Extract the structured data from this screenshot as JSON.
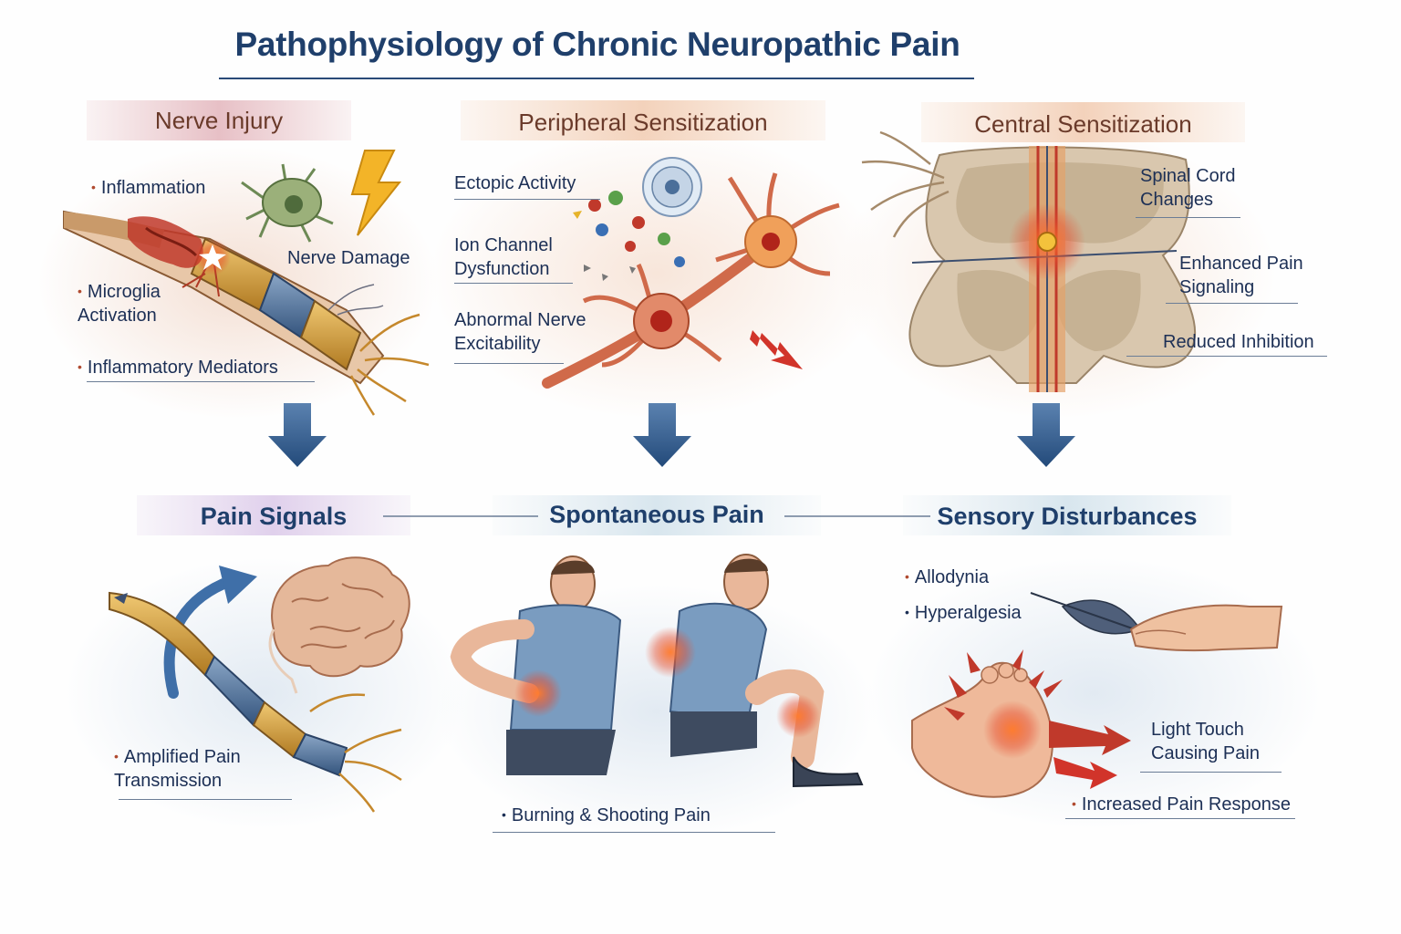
{
  "title": "Pathophysiology of Chronic Neuropathic Pain",
  "colors": {
    "navy": "#1f3f6b",
    "arrow": "#2e5a8c",
    "nerve_red": "#c0392b",
    "myelin_gold": "#d9a441",
    "myelin_blue": "#4b6f9a",
    "brown_text": "#6a3a2a"
  },
  "top_panels": [
    {
      "heading": "Nerve Injury",
      "labels": [
        "Inflammation",
        "Nerve Damage",
        "Microglia Activation",
        "Inflammatory Mediators"
      ]
    },
    {
      "heading": "Peripheral Sensitization",
      "labels": [
        "Ectopic Activity",
        "Ion Channel Dysfunction",
        "Abnormal Nerve Excitability"
      ]
    },
    {
      "heading": "Central Sensitization",
      "labels": [
        "Spinal Cord Changes",
        "Enhanced Pain Signaling",
        "Reduced Inhibition"
      ]
    }
  ],
  "bottom_panels": [
    {
      "heading": "Pain Signals",
      "labels": [
        "Amplified Pain Transmission"
      ]
    },
    {
      "heading": "Spontaneous Pain",
      "labels": [
        "Burning & Shooting Pain"
      ]
    },
    {
      "heading": "Sensory Disturbances",
      "labels": [
        "Allodynia",
        "Hyperalgesia",
        "Light Touch Causing Pain",
        "Increased Pain Response"
      ]
    }
  ],
  "icons": [
    "microglia-cell-icon",
    "lightning-bolt-icon",
    "ion-channel-icon",
    "neuron-icon",
    "spinal-cord-icon",
    "brain-icon",
    "feather-icon",
    "hand-icon",
    "foot-icon"
  ]
}
